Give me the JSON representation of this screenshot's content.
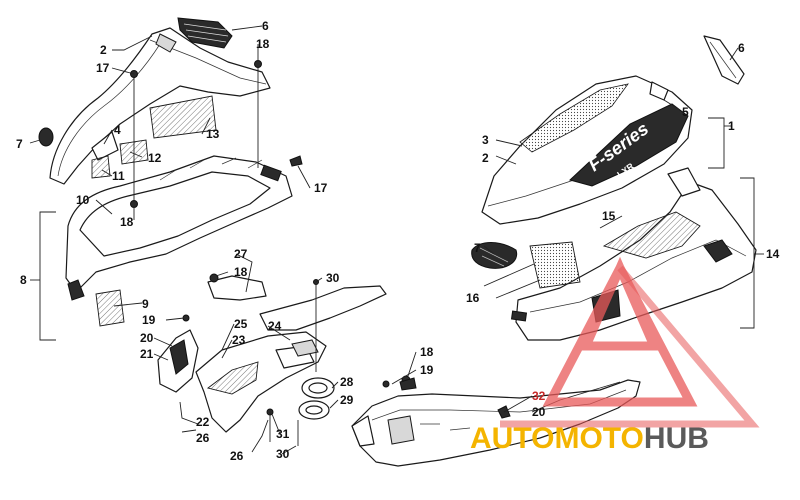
{
  "callouts": {
    "c1": "1",
    "c2a": "2",
    "c2b": "2",
    "c3": "3",
    "c4": "4",
    "c5": "5",
    "c6a": "6",
    "c6b": "6",
    "c7a": "7",
    "c7b": "7",
    "c8": "8",
    "c9": "9",
    "c10": "10",
    "c11": "11",
    "c12": "12",
    "c13": "13",
    "c14": "14",
    "c15": "15",
    "c16": "16",
    "c17a": "17",
    "c17b": "17",
    "c18a": "18",
    "c18b": "18",
    "c18c": "18",
    "c18d": "18",
    "c19a": "19",
    "c19b": "19",
    "c20a": "20",
    "c20b": "20",
    "c21": "21",
    "c22": "22",
    "c23": "23",
    "c24": "24",
    "c25": "25",
    "c26a": "26",
    "c26b": "26",
    "c27": "27",
    "c28": "28",
    "c29": "29",
    "c30a": "30",
    "c30b": "30",
    "c31": "31",
    "c32": "32"
  },
  "decal": {
    "brand_large": "F-series",
    "brand_small": "LXR"
  },
  "watermark": {
    "part1": "AUTO",
    "part2": "MOTO",
    "part3": "HUB",
    "color_primary": "#f4b400",
    "color_secondary": "#5a5a5a",
    "triangle_color": "#e85a5a"
  },
  "colors": {
    "callout_highlight": "#c62828"
  }
}
